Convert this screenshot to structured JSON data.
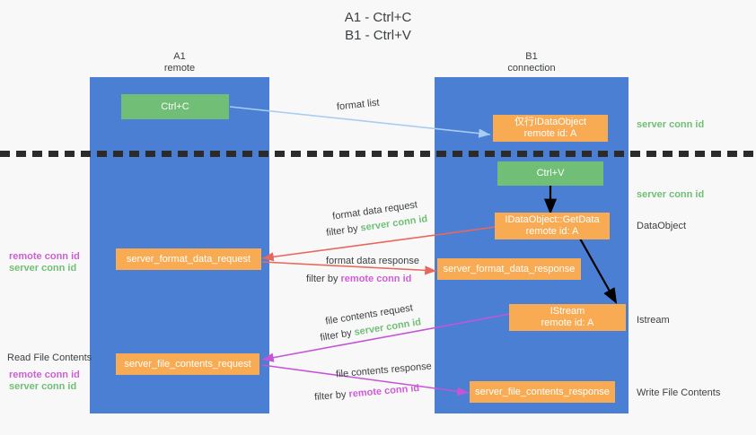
{
  "title": "A1 - Ctrl+C\nB1 - Ctrl+V",
  "lanes": [
    {
      "name": "A1",
      "sub": "remote",
      "header": "A1\nremote"
    },
    {
      "name": "B1",
      "sub": "connection",
      "header": "B1\nconnection"
    }
  ],
  "boxes": {
    "ctrl_c": "Ctrl+C",
    "ctrl_v": "Ctrl+V",
    "idataobject_remote": "仅行IDataObject\nremote id: A",
    "idataobject_getdata": "IDataObject::GetData\nremote id: A",
    "istream": "IStream\nremote id: A",
    "server_format_data_request": "server_format_data_request",
    "server_format_data_response": "server_format_data_response",
    "server_file_contents_request": "server_file_contents_request",
    "server_file_contents_response": "server_file_contents_response"
  },
  "edge_labels": {
    "format_list": "format list",
    "format_data_request": "format data request",
    "format_data_request_filter_prefix": "filter by ",
    "format_data_request_filter_value": "server conn id",
    "format_data_response": "format data response",
    "format_data_response_filter_prefix": "filter by ",
    "format_data_response_filter_value": "remote conn id",
    "file_contents_request": "file contents request",
    "file_contents_request_filter_prefix": "filter by ",
    "file_contents_request_filter_value": "server conn id",
    "file_contents_response": "file contents response",
    "file_contents_response_filter_prefix": "filter by ",
    "file_contents_response_filter_value": "remote conn id"
  },
  "annotations": {
    "right_server_conn_id_top": "server conn id",
    "right_server_conn_id_mid": "server conn id",
    "dataobject": "DataObject",
    "istream": "Istream",
    "write_file_contents": "Write File Contents",
    "read_file_contents": "Read File Contents",
    "left_remote_conn_id_1": "remote conn id",
    "left_server_conn_id_1": "server conn id",
    "left_remote_conn_id_2": "remote conn id",
    "left_server_conn_id_2": "server conn id"
  },
  "colors": {
    "lane": "#4a7fd4",
    "green_box": "#71bf76",
    "orange_box": "#f9ab54",
    "server_conn_id": "#71bf76",
    "remote_conn_id": "#cd5fd4",
    "arrow_blue": "#a8cdf0",
    "arrow_red": "#e8685d",
    "arrow_magenta": "#c455d6",
    "arrow_black": "#000000",
    "background": "#f8f8f8"
  }
}
